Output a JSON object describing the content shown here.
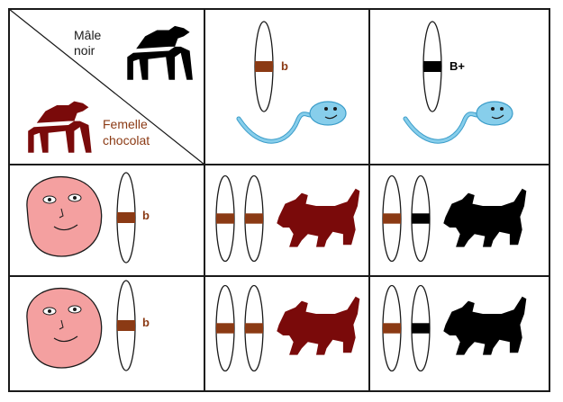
{
  "header": {
    "male_label_line1": "Mâle",
    "male_label_line2": "noir",
    "female_label_line1": "Femelle",
    "female_label_line2": "chocolat"
  },
  "gametes": {
    "sperm1_allele": "b",
    "sperm2_allele": "B+",
    "egg1_allele": "b",
    "egg2_allele": "b"
  },
  "colors": {
    "border": "#1a1a1a",
    "allele_b": "#8b3a14",
    "allele_B": "#000000",
    "chocolate_dog": "#7a0a0a",
    "black_dog": "#000000",
    "sperm": "#87ceeb",
    "egg": "#f4a0a0",
    "label_female": "#8b3a14"
  },
  "offspring": [
    {
      "row": 1,
      "col": 1,
      "genotype": [
        "b",
        "b"
      ],
      "phenotype": "chocolat"
    },
    {
      "row": 1,
      "col": 2,
      "genotype": [
        "b",
        "B+"
      ],
      "phenotype": "noir"
    },
    {
      "row": 2,
      "col": 1,
      "genotype": [
        "b",
        "b"
      ],
      "phenotype": "chocolat"
    },
    {
      "row": 2,
      "col": 2,
      "genotype": [
        "b",
        "B+"
      ],
      "phenotype": "noir"
    }
  ]
}
